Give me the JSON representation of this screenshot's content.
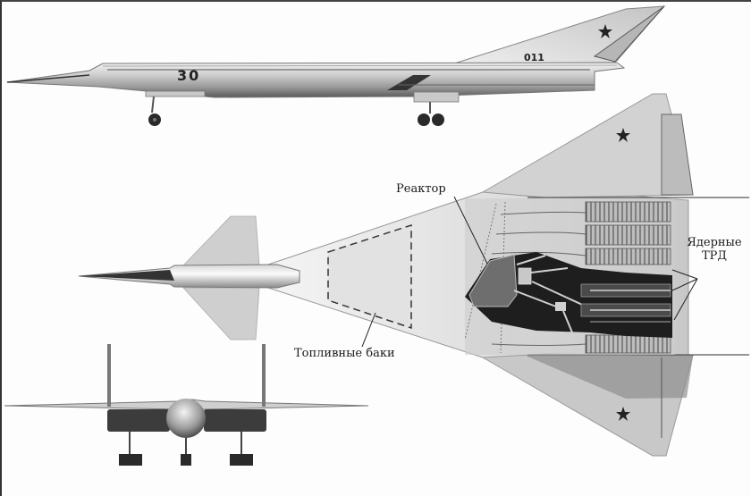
{
  "figure": {
    "views": [
      "side-view",
      "top-view",
      "front-view"
    ],
    "colors": {
      "background": "#ffffff",
      "airframe_light": "#d8d8d8",
      "airframe_mid": "#a8a8a8",
      "airframe_dark": "#555555",
      "cutaway_dark": "#1e1e1e",
      "line": "#222222"
    }
  },
  "side_view": {
    "nose_number": "30",
    "tail_number": "011",
    "tail_insignia": "red-star"
  },
  "top_view": {
    "wing_insignia": [
      "red-star",
      "red-star"
    ],
    "labels": {
      "reactor": "Реактор",
      "nuclear_engines_line1": "Ядерные",
      "nuclear_engines_line2": "ТРД",
      "fuel_tanks": "Топливные баки"
    }
  },
  "front_view": {}
}
